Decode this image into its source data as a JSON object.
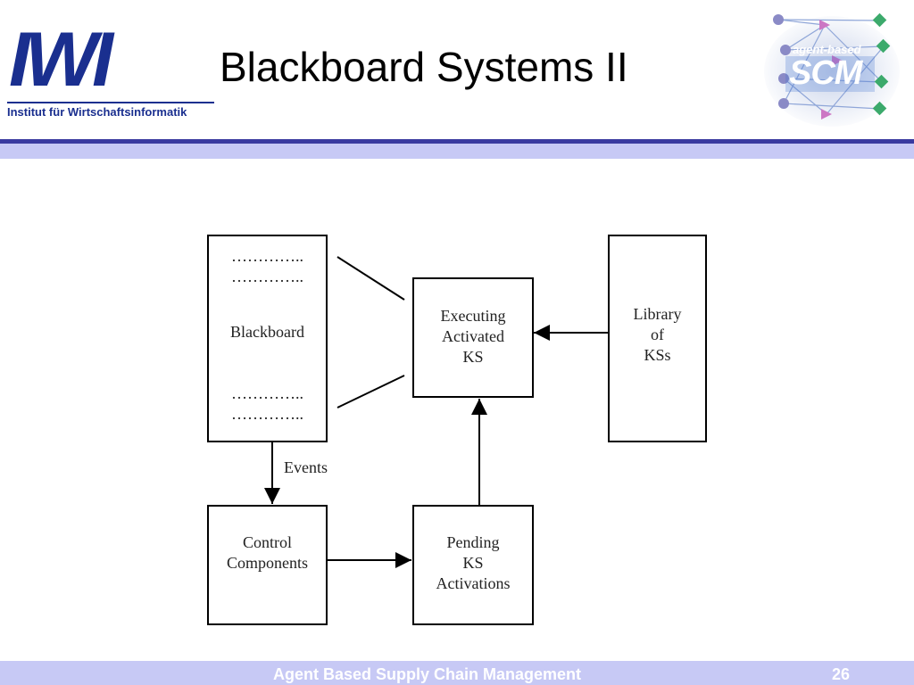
{
  "header": {
    "logo_left_text": "IWI",
    "institute": "Institut für Wirtschaftsinformatik",
    "title": "Blackboard Systems II",
    "logo_right_tag": "agent-based",
    "logo_right_text": "SCM"
  },
  "diagram": {
    "blackboard": {
      "dots_1": "…………..",
      "dots_2": "…………..",
      "label": "Blackboard",
      "dots_3": "…………..",
      "dots_4": "………….."
    },
    "executing": {
      "line1": "Executing",
      "line2": "Activated",
      "line3": "KS"
    },
    "library": {
      "line1": "Library",
      "line2": "of",
      "line3": "KSs"
    },
    "control": {
      "line1": "Control",
      "line2": "Components"
    },
    "pending": {
      "line1": "Pending",
      "line2": "KS",
      "line3": "Activations"
    },
    "events_label": "Events"
  },
  "footer": {
    "title": "Agent Based Supply Chain Management",
    "page": "26"
  },
  "colors": {
    "brand_blue": "#1a2f8f",
    "rule_dark": "#3a3aa0",
    "band_light": "#c7c9f5"
  }
}
